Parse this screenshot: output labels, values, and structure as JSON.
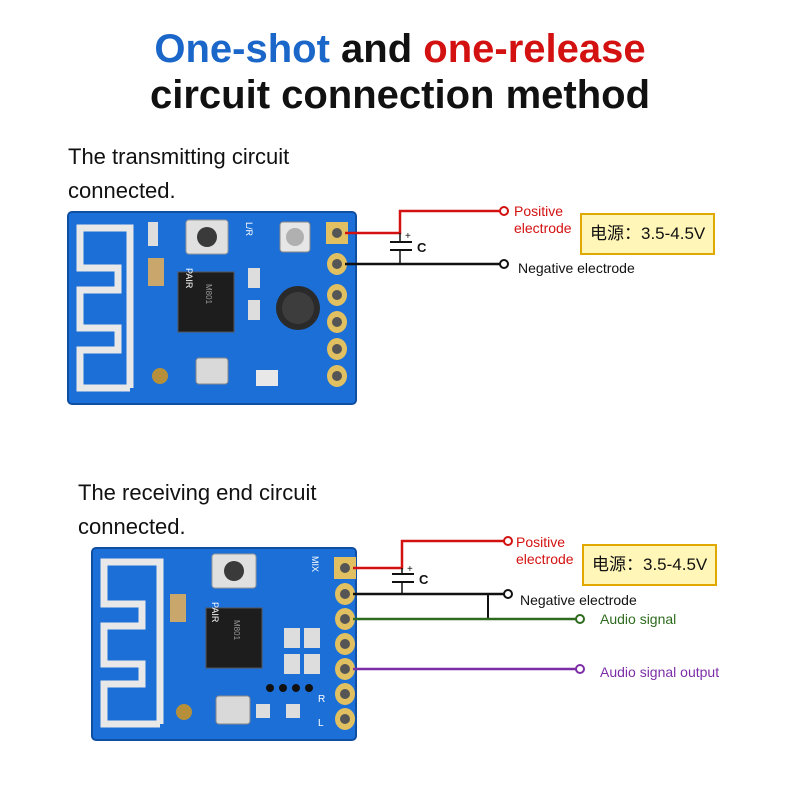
{
  "title": {
    "part1": "One-shot",
    "part2": " and ",
    "part3": "one-release",
    "line2": "circuit connection method"
  },
  "transmitter": {
    "caption_line1": "The transmitting circuit",
    "caption_line2": "connected.",
    "positive_label": "Positive\nelectrode",
    "negative_label": "Negative electrode",
    "power_label": "电源：3.5-4.5V",
    "capacitor_label": "C",
    "board_marks": [
      "PAIR",
      "L/R",
      "M801"
    ]
  },
  "receiver": {
    "caption_line1": "The receiving end circuit",
    "caption_line2": "connected.",
    "positive_label": "Positive\nelectrode",
    "negative_label": "Negative electrode",
    "audio_signal_label": "Audio signal",
    "audio_output_label": "Audio signal output",
    "power_label": "电源：3.5-4.5V",
    "capacitor_label": "C",
    "board_marks": [
      "PAIR",
      "MIX",
      "M801",
      "R",
      "L"
    ]
  },
  "colors": {
    "title_blue": "#1a66c9",
    "title_red": "#d41111",
    "wire_red": "#d41111",
    "wire_black": "#111111",
    "wire_green": "#2e6b1e",
    "wire_purple": "#7d2ea6",
    "board_blue": "#1c6fd6",
    "power_box_fill": "#fff6b8",
    "power_box_border": "#e0a800"
  }
}
